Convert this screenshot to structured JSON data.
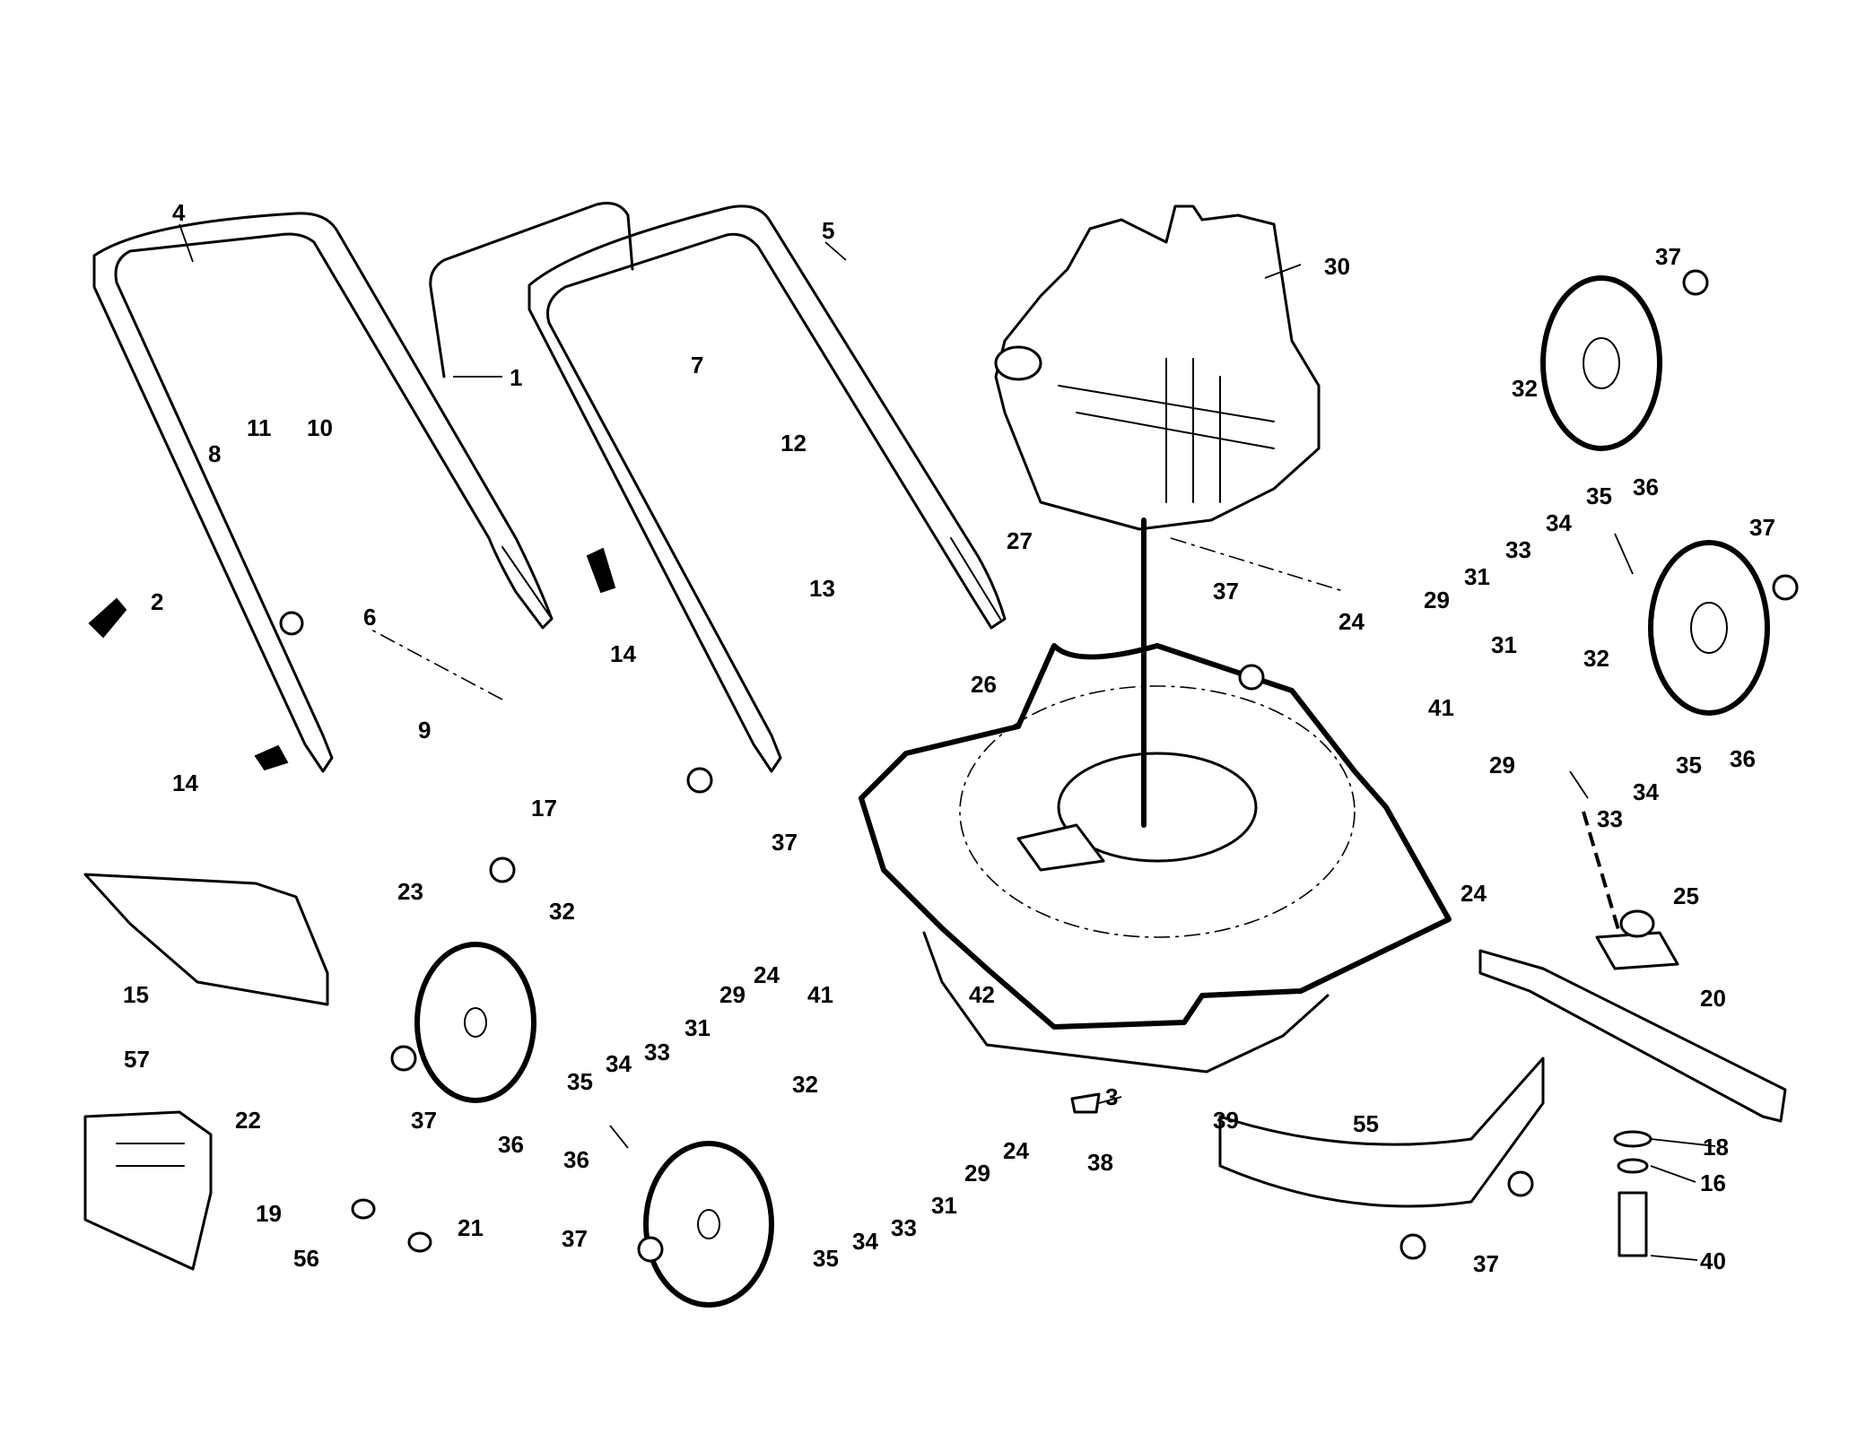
{
  "callouts": [
    "1",
    "2",
    "3",
    "4",
    "5",
    "6",
    "7",
    "8",
    "9",
    "10",
    "11",
    "12",
    "13",
    "14",
    "15",
    "16",
    "17",
    "18",
    "19",
    "20",
    "21",
    "22",
    "23",
    "24",
    "25",
    "26",
    "27",
    "29",
    "30",
    "31",
    "32",
    "33",
    "34",
    "35",
    "36",
    "37",
    "38",
    "39",
    "40",
    "41",
    "42",
    "55",
    "56",
    "57"
  ]
}
